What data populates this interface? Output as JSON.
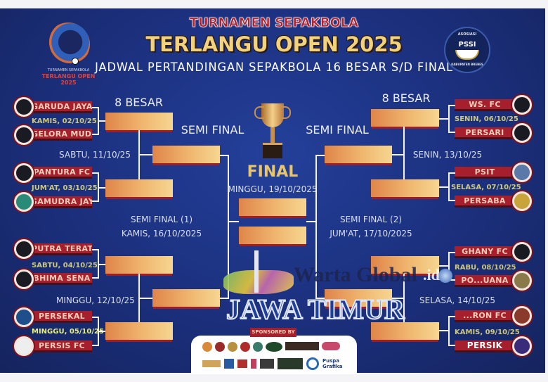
{
  "header": {
    "kicker": "TURNAMEN SEPAKBOLA",
    "title": "TERLANGU OPEN 2025",
    "subtitle": "JADWAL PERTANDINGAN SEPAKBOLA 16 BESAR S/D FINAL"
  },
  "left_logo": {
    "line1": "TURNAMEN SEPAKBOLA",
    "line2": "TERLANGU OPEN 2025"
  },
  "right_logo": {
    "top": "ASOSIASI",
    "center": "PSSI",
    "bottom": "KABUPATEN BREBES"
  },
  "left": {
    "round_label": "8 BESAR",
    "semi_label": "SEMI FINAL",
    "matches": [
      {
        "home": "GARUDA JAYA",
        "away": "GELORA MUDA",
        "date": "KAMIS, 02/10/25"
      },
      {
        "home": "PANTURA FC",
        "away": "SAMUDRA JAYA",
        "date": "JUM'AT, 03/10/25"
      },
      {
        "home": "PUTRA TERATAI",
        "away": "BHIMA SENA",
        "date": "SABTU, 04/10/25"
      },
      {
        "home": "PERSEKAL",
        "away": "PERSIS FC",
        "date": "MINGGU, 05/10/25"
      }
    ],
    "qf_dates": [
      "SABTU, 11/10/25",
      "MINGGU, 12/10/25"
    ],
    "semi_title": "SEMI FINAL (1)",
    "semi_date": "KAMIS, 16/10/2025"
  },
  "right": {
    "round_label": "8 BESAR",
    "semi_label": "SEMI FINAL",
    "matches": [
      {
        "home": "WS. FC",
        "away": "PERSARI",
        "date": "SENIN, 06/10/25"
      },
      {
        "home": "PSIT",
        "away": "PERSABA",
        "date": "SELASA, 07/10/25"
      },
      {
        "home": "GHANY FC",
        "away": "PO...UANA",
        "date": "RABU, 08/10/25"
      },
      {
        "home": "...RON FC",
        "away": "PERSIK",
        "date": "KAMIS, 09/10/25"
      }
    ],
    "qf_dates": [
      "SENIN, 13/10/25",
      "SELASA, 14/10/25"
    ],
    "semi_title": "SEMI FINAL (2)",
    "semi_date": "JUM'AT, 17/10/2025"
  },
  "final": {
    "label": "FINAL",
    "date": "MINGGU, 19/10/2025"
  },
  "sponsor": {
    "label": "SPONSORED BY",
    "brand": "Puspa Grafika"
  },
  "watermark": {
    "line1": "Warta Global",
    "suffix": ".id",
    "line2": "JAWA TIMUR"
  }
}
